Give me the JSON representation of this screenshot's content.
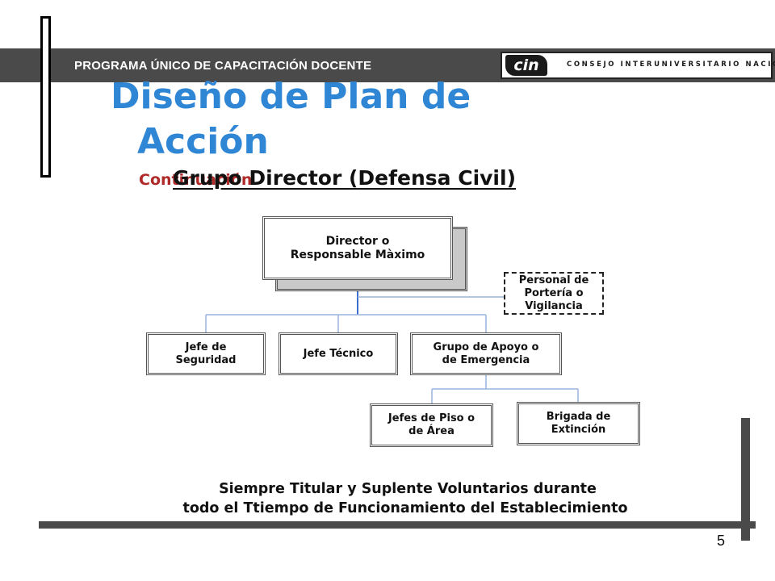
{
  "header": {
    "program": "PROGRAMA ÚNICO DE CAPACITACIÓN DOCENTE",
    "logo_mark": "cin",
    "logo_name": "CONSEJO INTERUNIVERSITARIO NACIONAL"
  },
  "slide": {
    "title_line1": "Diseño de Plan de",
    "title_line2": "Acción",
    "subtitle": "Continuación",
    "chart_heading": "Grupo Director  (Defensa Civil)",
    "page_number": "5"
  },
  "org_chart": {
    "director": [
      "Director o",
      "Responsable Màximo"
    ],
    "portero": [
      "Personal de",
      "Portería o",
      "Vigilancia"
    ],
    "seguridad": [
      "Jefe de",
      "Seguridad"
    ],
    "tecnico": [
      "Jefe Técnico"
    ],
    "apoyo": [
      "Grupo de Apoyo o",
      "de Emergencia"
    ],
    "jefes_piso": [
      "Jefes de Piso o",
      "de Área"
    ],
    "brigada": [
      "Brigada de",
      "Extinción"
    ]
  },
  "footer": {
    "line1": "Siempre Titular y Suplente Voluntarios durante",
    "line2": "todo el Ttiempo de Funcionamiento del Establecimiento"
  },
  "colors": {
    "title_blue": "#2f86d4",
    "subtitle_red": "#b02a2a",
    "bar_gray": "#4a4a4a",
    "connector_blue": "#3a6fd0",
    "connector_light": "#9bb3de"
  }
}
